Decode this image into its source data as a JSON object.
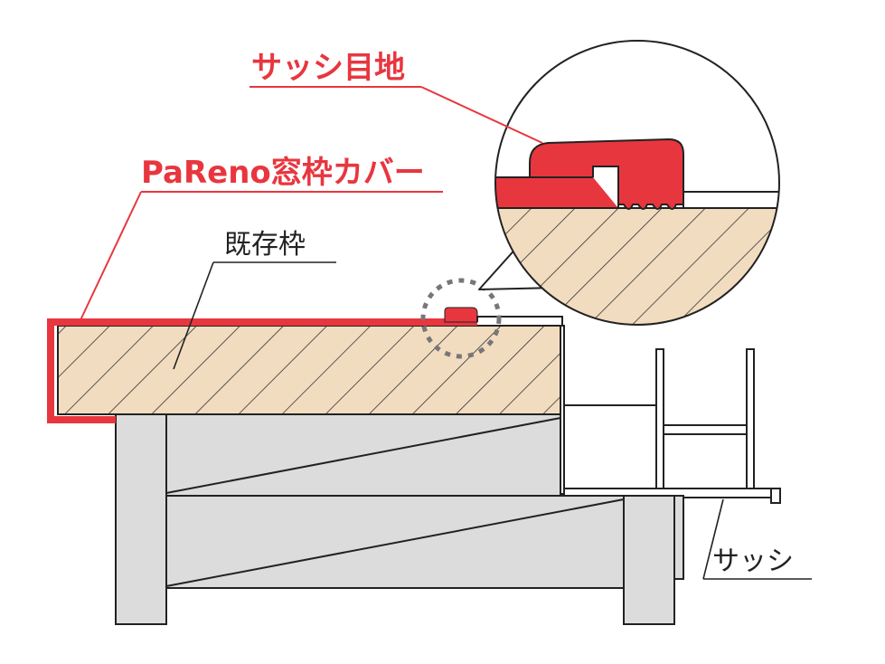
{
  "labels": {
    "sash_joint": "サッシ目地",
    "cover": "PaReno窓枠カバー",
    "existing_frame": "既存枠",
    "sash": "サッシ"
  },
  "colors": {
    "accent_red": "#e8363f",
    "wood_fill": "#f2dcc0",
    "gray_fill": "#dcdcdc",
    "line": "#222222",
    "dotted": "#777777"
  }
}
